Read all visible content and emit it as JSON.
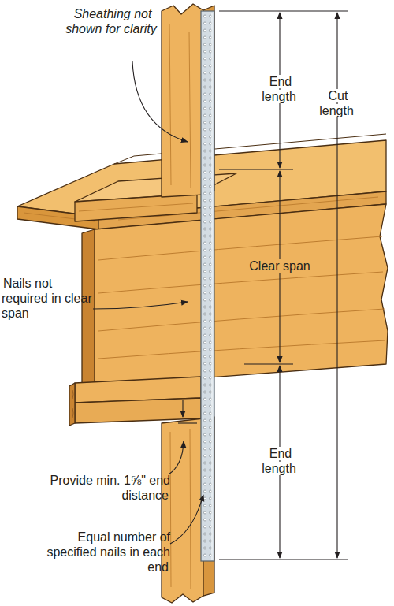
{
  "diagram": {
    "labels": [
      "Sheathing not shown for clarity",
      "End length",
      "Cut length",
      "Clear span",
      "Nails not required in clear span",
      "End length",
      "Provide min. 1⅝\" end distance",
      "Equal number of specified nails in each end"
    ]
  }
}
